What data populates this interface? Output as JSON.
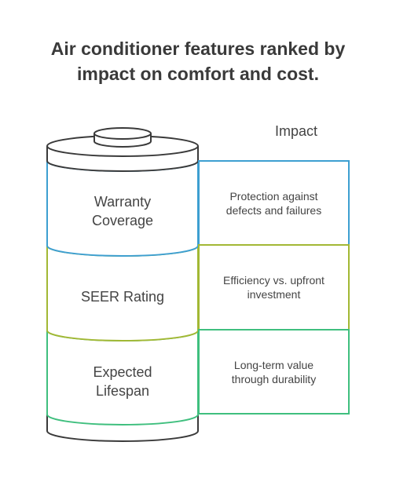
{
  "title_lines": [
    "Air conditioner features ranked by",
    "impact on comfort and cost."
  ],
  "impact_header": "Impact",
  "colors": {
    "warranty": "#3d9fd1",
    "seer": "#a2b834",
    "lifespan": "#3fbf7e",
    "outline": "#3a3a3a"
  },
  "segments": [
    {
      "label_lines": [
        "Warranty",
        "Coverage"
      ],
      "impact_lines": [
        "Protection against",
        "defects and failures"
      ]
    },
    {
      "label_lines": [
        "SEER Rating"
      ],
      "impact_lines": [
        "Efficiency vs. upfront",
        "investment"
      ]
    },
    {
      "label_lines": [
        "Expected",
        "Lifespan"
      ],
      "impact_lines": [
        "Long-term value",
        "through durability"
      ]
    }
  ]
}
